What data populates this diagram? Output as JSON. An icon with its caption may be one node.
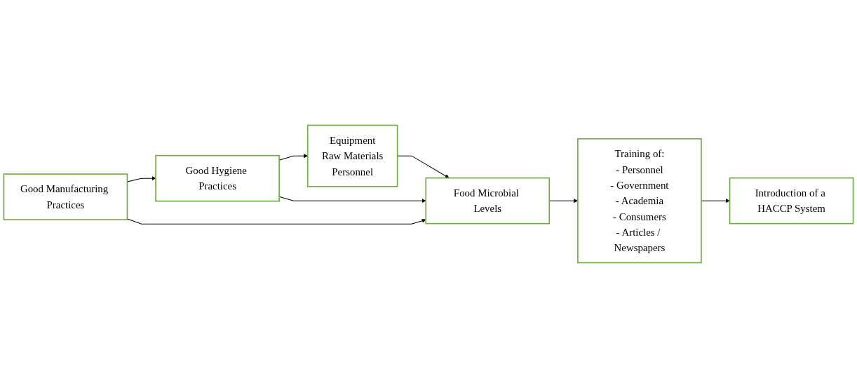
{
  "diagram": {
    "nodes": [
      {
        "text": [
          "Equipment",
          "Raw Materials",
          "Personnel"
        ]
      },
      {
        "text": [
          "Good Hygiene Practices"
        ]
      },
      {
        "text": [
          "Good Manufacturing Practices"
        ]
      },
      {
        "text": [
          "Food Microbial Levels"
        ]
      },
      {
        "text": [
          "Training of:",
          "- Personnel",
          "- Government",
          "- Academia",
          "- Consumers",
          "- Articles / Newspapers"
        ]
      },
      {
        "text": [
          "Introduction of a HACCP System"
        ]
      }
    ],
    "edges": [
      {
        "from": 1,
        "to": 0,
        "arrow": "to"
      },
      {
        "from": 2,
        "to": 1,
        "arrow": "to"
      },
      {
        "from": 0,
        "to": 3,
        "arrow": "to"
      },
      {
        "from": 1,
        "to": 3,
        "arrow": "to"
      },
      {
        "from": 2,
        "to": 3,
        "arrow": "to"
      },
      {
        "from": 3,
        "to": 4,
        "arrow": "to"
      },
      {
        "from": 4,
        "to": 5,
        "arrow": "to"
      }
    ]
  }
}
